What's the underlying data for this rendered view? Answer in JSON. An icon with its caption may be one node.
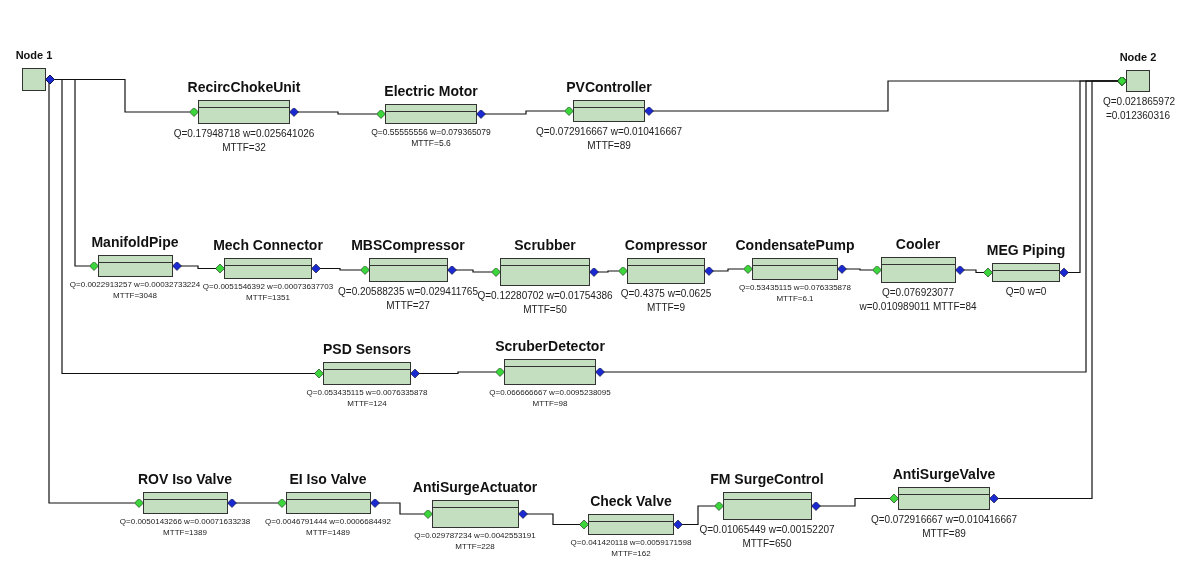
{
  "diagram": {
    "nodes": [
      {
        "text": [
          "Node 1"
        ]
      },
      {
        "text": [
          "RecircChokeUnit"
        ],
        "beside": [
          "Q=0.17948718 w=0.025641026 MTTF=32"
        ]
      },
      {
        "text": [
          "Electric Motor"
        ],
        "beside": [
          "Q=0.55555556 w=0.079365079 MTTF=5.6"
        ]
      },
      {
        "text": [
          "PVController"
        ],
        "beside": [
          "Q=0.072916667 w=0.010416667 MTTF=89"
        ]
      },
      {
        "text": [
          "ManifoldPipe"
        ],
        "beside": [
          "Q=0.0022913257 w=0.00032733224 MTTF=3048"
        ]
      },
      {
        "text": [
          "Mech Connector"
        ],
        "beside": [
          "Q=0.0051546392 w=0.00073637703 MTTF=1351"
        ]
      },
      {
        "text": [
          "MBSCompressor"
        ],
        "beside": [
          "Q=0.20588235 w=0.029411765 MTTF=27"
        ]
      },
      {
        "text": [
          "Scrubber"
        ],
        "beside": [
          "Q=0.12280702 w=0.01754386 MTTF=50"
        ]
      },
      {
        "text": [
          "Compressor"
        ],
        "beside": [
          "Q=0.4375 w=0.0625 MTTF=9"
        ]
      },
      {
        "text": [
          "CondensatePump"
        ],
        "beside": [
          "Q=0.53435115 w=0.076335878 MTTF=6.1"
        ]
      },
      {
        "text": [
          "Cooler"
        ],
        "beside": [
          "Q=0.076923077 w=0.010989011 MTTF=84"
        ]
      },
      {
        "text": [
          "MEG Piping"
        ],
        "beside": [
          "Q=0 w=0"
        ]
      },
      {
        "text": [
          "PSD Sensors"
        ],
        "beside": [
          "Q=0.053435115 w=0.0076335878 MTTF=124"
        ]
      },
      {
        "text": [
          "ScruberDetector"
        ],
        "beside": [
          "Q=0.066666667 w=0.0095238095 MTTF=98"
        ]
      },
      {
        "text": [
          "ROV Iso Valve"
        ],
        "beside": [
          "Q=0.0050143266 w=0.00071633238 MTTF=1389"
        ]
      },
      {
        "text": [
          "EI Iso Valve"
        ],
        "beside": [
          "Q=0.0046791444 w=0.0006684492 MTTF=1489"
        ]
      },
      {
        "text": [
          "AntiSurgeActuator"
        ],
        "beside": [
          "Q=0.029787234 w=0.0042553191 MTTF=228"
        ]
      },
      {
        "text": [
          "Check Valve"
        ],
        "beside": [
          "Q=0.041420118 w=0.0059171598 MTTF=162"
        ]
      },
      {
        "text": [
          "FM SurgeControl"
        ],
        "beside": [
          "Q=0.01065449 w=0.00152207 MTTF=650"
        ]
      },
      {
        "text": [
          "AntiSurgeValve"
        ],
        "beside": [
          "Q=0.072916667 w=0.010416667 MTTF=89"
        ]
      },
      {
        "text": [
          "Node 2"
        ],
        "beside": [
          "Q=0.021865972 =0.012360316"
        ]
      }
    ],
    "edges": [
      {
        "from": 0,
        "to": 1,
        "arrow": "other"
      },
      {
        "from": 1,
        "to": 2,
        "arrow": "other"
      },
      {
        "from": 2,
        "to": 3,
        "arrow": "other"
      },
      {
        "from": 3,
        "to": 20,
        "arrow": "other"
      },
      {
        "from": 0,
        "to": 4,
        "arrow": "other"
      },
      {
        "from": 4,
        "to": 5,
        "arrow": "other"
      },
      {
        "from": 5,
        "to": 6,
        "arrow": "other"
      },
      {
        "from": 6,
        "to": 7,
        "arrow": "other"
      },
      {
        "from": 7,
        "to": 8,
        "arrow": "other"
      },
      {
        "from": 8,
        "to": 9,
        "arrow": "other"
      },
      {
        "from": 9,
        "to": 10,
        "arrow": "other"
      },
      {
        "from": 10,
        "to": 11,
        "arrow": "other"
      },
      {
        "from": 11,
        "to": 20,
        "arrow": "other"
      },
      {
        "from": 0,
        "to": 12,
        "arrow": "other"
      },
      {
        "from": 12,
        "to": 13,
        "arrow": "other"
      },
      {
        "from": 13,
        "to": 20,
        "arrow": "other"
      },
      {
        "from": 0,
        "to": 14,
        "arrow": "other"
      },
      {
        "from": 14,
        "to": 15,
        "arrow": "other"
      },
      {
        "from": 15,
        "to": 16,
        "arrow": "other"
      },
      {
        "from": 16,
        "to": 17,
        "arrow": "other"
      },
      {
        "from": 17,
        "to": 18,
        "arrow": "other"
      },
      {
        "from": 18,
        "to": 19,
        "arrow": "other"
      },
      {
        "from": 19,
        "to": 20,
        "arrow": "other"
      }
    ]
  }
}
